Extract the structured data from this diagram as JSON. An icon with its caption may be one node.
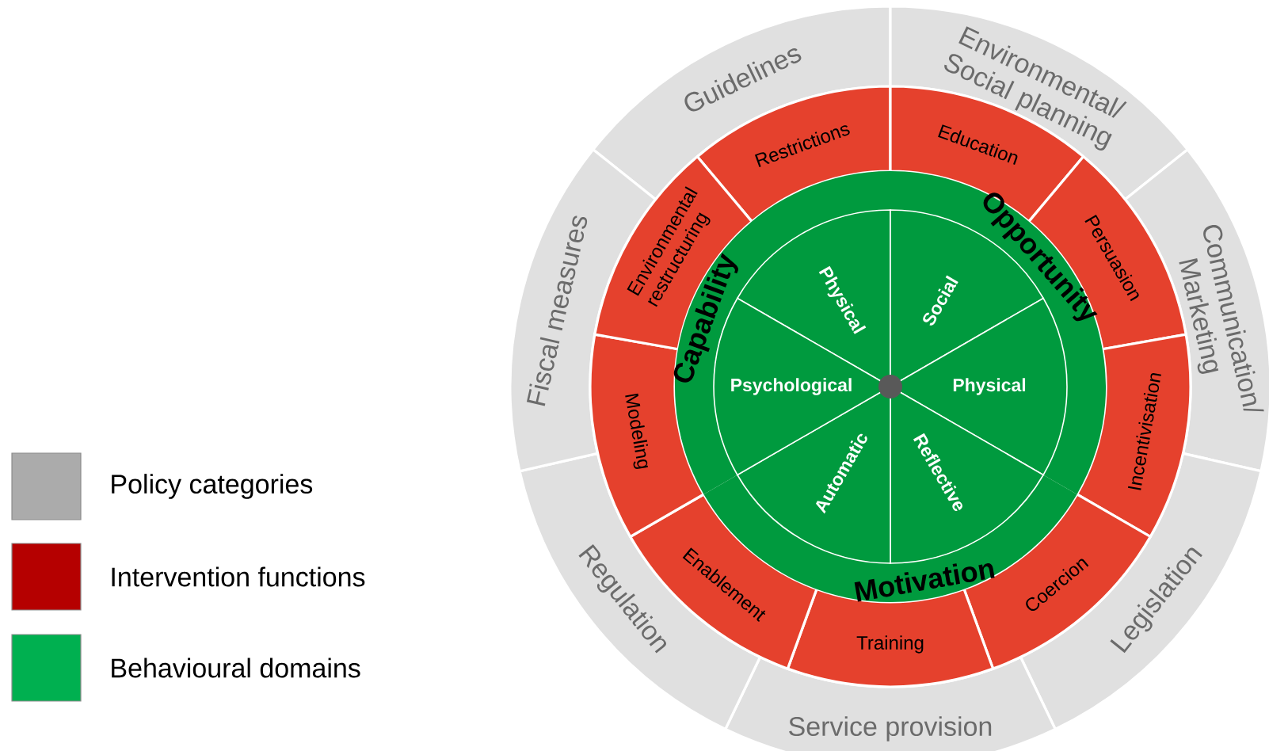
{
  "diagram": {
    "nodes": [
      {
        "text": [
          "Guidelines"
        ]
      },
      {
        "text": [
          "Environmental/ Social planning"
        ]
      },
      {
        "text": [
          "Communication/ Marketing"
        ]
      },
      {
        "text": [
          "Legislation"
        ]
      },
      {
        "text": [
          "Service provision"
        ]
      },
      {
        "text": [
          "Regulation"
        ]
      },
      {
        "text": [
          "Fiscal measures"
        ]
      },
      {
        "text": [
          "Restrictions"
        ]
      },
      {
        "text": [
          "Education"
        ]
      },
      {
        "text": [
          "Persuasion"
        ]
      },
      {
        "text": [
          "Incentivisation"
        ]
      },
      {
        "text": [
          "Coercion"
        ]
      },
      {
        "text": [
          "Training"
        ]
      },
      {
        "text": [
          "Enablement"
        ]
      },
      {
        "text": [
          "Modeling"
        ]
      },
      {
        "text": [
          "Environmental restructuring"
        ]
      },
      {
        "text": [
          "Capability"
        ]
      },
      {
        "text": [
          "Opportunity"
        ]
      },
      {
        "text": [
          "Motivation"
        ]
      },
      {
        "text": [
          "Physical"
        ]
      },
      {
        "text": [
          "Social"
        ]
      },
      {
        "text": [
          "Physical"
        ]
      },
      {
        "text": [
          "Reflective"
        ]
      },
      {
        "text": [
          "Automatic"
        ]
      },
      {
        "text": [
          "Psychological"
        ]
      }
    ],
    "legend": [
      {
        "text": "Policy categories",
        "color": "#ababab"
      },
      {
        "text": "Intervention functions",
        "color": "#b50000"
      },
      {
        "text": "Behavioural domains",
        "color": "#00b050"
      }
    ]
  }
}
